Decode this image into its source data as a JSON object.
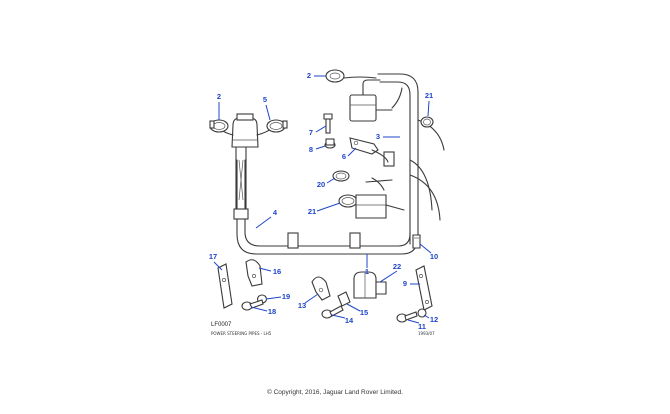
{
  "diagram": {
    "ref_code": "LF0007",
    "caption_left": "POWER STEERING PIPES - LH5",
    "caption_right": "1993/07",
    "callouts": [
      "1",
      "2",
      "2",
      "3",
      "4",
      "5",
      "6",
      "7",
      "8",
      "9",
      "10",
      "11",
      "12",
      "13",
      "14",
      "15",
      "16",
      "17",
      "18",
      "19",
      "20",
      "21",
      "21",
      "22"
    ]
  },
  "footer": {
    "copyright": "© Copyright, 2016, Jaguar Land Rover Limited."
  },
  "colors": {
    "callout": "#1f45c9",
    "line_art": "#3a3a3a",
    "background": "#ffffff"
  }
}
